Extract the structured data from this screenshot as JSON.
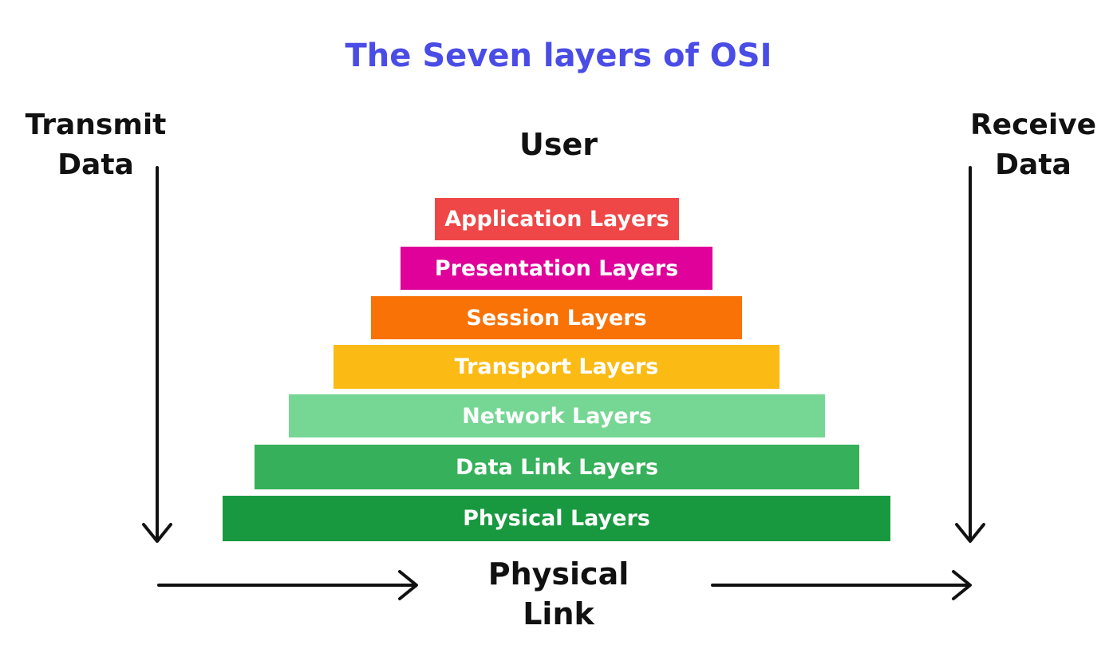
{
  "title": "The Seven layers of OSI",
  "left_label": {
    "line1": "Transmit",
    "line2": "Data"
  },
  "right_label": {
    "line1": "Receive",
    "line2": "Data"
  },
  "top_label": "User",
  "bottom_label": {
    "line1": "Physical",
    "line2": "Link"
  },
  "layers": [
    {
      "label": "Application Layers",
      "color": "#ef4747"
    },
    {
      "label": "Presentation Layers",
      "color": "#e0009a"
    },
    {
      "label": "Session Layers",
      "color": "#f97206"
    },
    {
      "label": "Transport Layers",
      "color": "#fbbb14"
    },
    {
      "label": "Network Layers",
      "color": "#76d795"
    },
    {
      "label": "Data Link Layers",
      "color": "#36b05a"
    },
    {
      "label": "Physical Layers",
      "color": "#189940"
    }
  ],
  "arrow_color": "#111111"
}
